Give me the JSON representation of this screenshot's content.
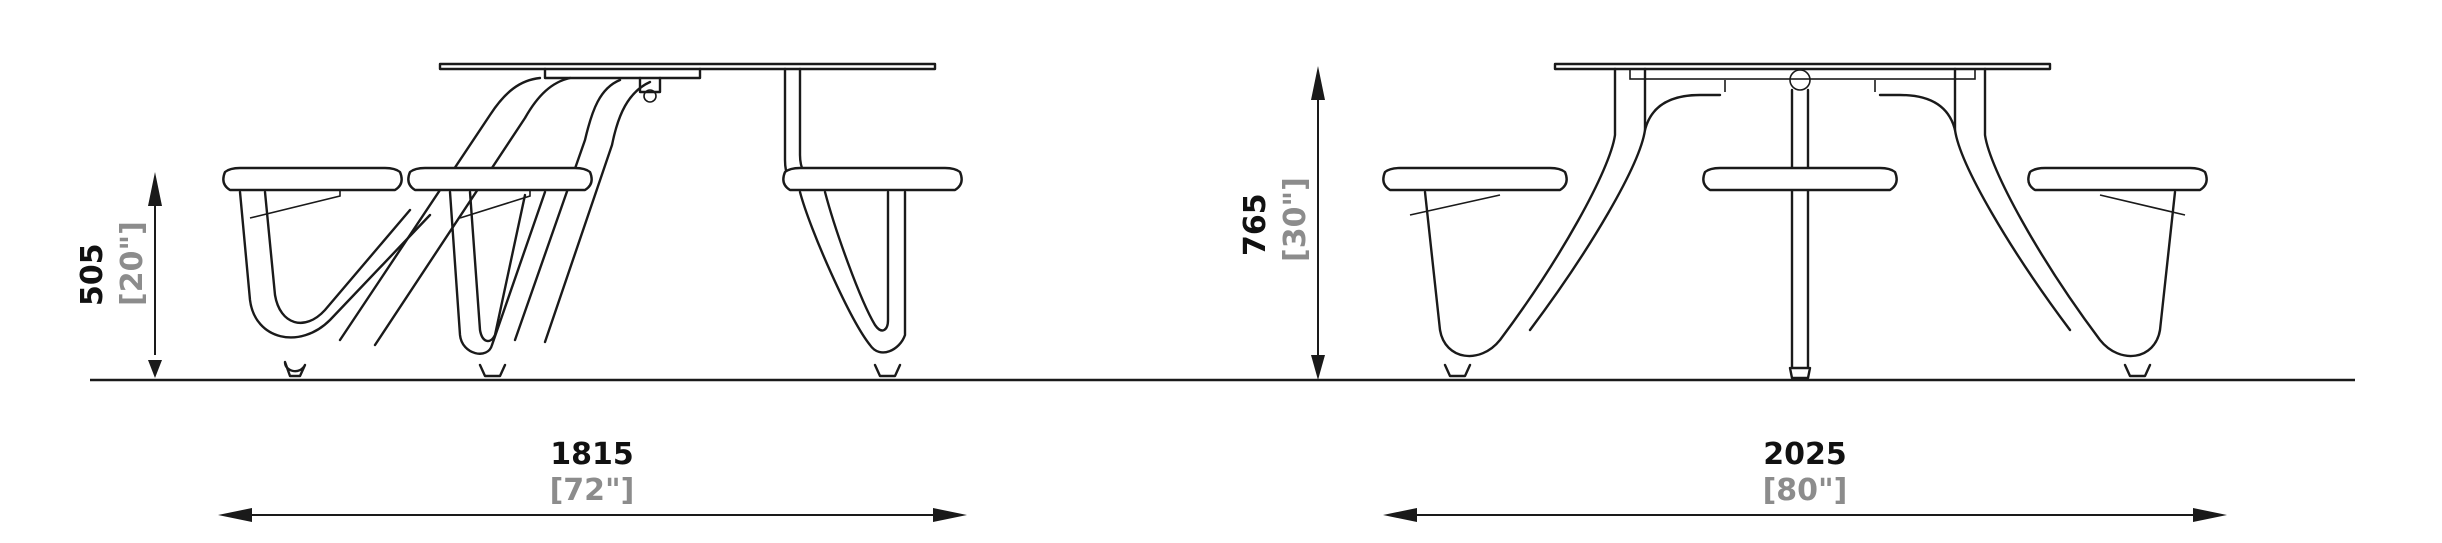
{
  "colors": {
    "line": "#1a1a1a",
    "primary_text": "#111111",
    "secondary_text": "#8c8c8c",
    "background": "#ffffff"
  },
  "dimensions": {
    "seat_height": {
      "mm": "505",
      "inch": "[20\"]"
    },
    "table_height": {
      "mm": "765",
      "inch": "[30\"]"
    },
    "side_length": {
      "mm": "1815",
      "inch": "[72\"]"
    },
    "end_length": {
      "mm": "2025",
      "inch": "[80\"]"
    }
  }
}
